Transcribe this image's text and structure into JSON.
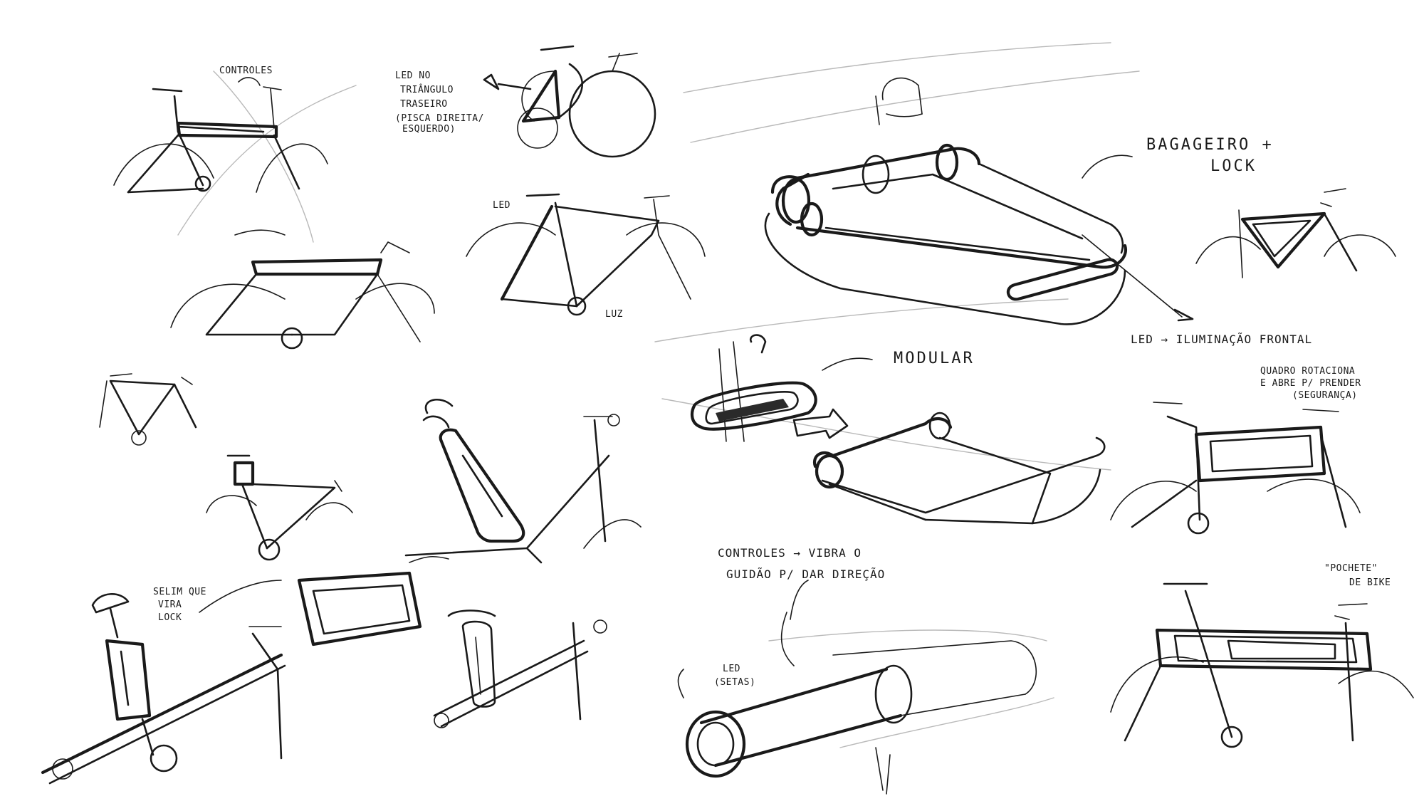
{
  "annotations": {
    "controles_top": "CONTROLES",
    "led_rear": [
      "LED NO",
      "TRIÂNGULO",
      "TRASEIRO",
      "(PISCA DIREITA/",
      "ESQUERDO)"
    ],
    "led_mid": "LED",
    "luz": "LUZ",
    "bagageiro": [
      "BAGAGEIRO +",
      "LOCK"
    ],
    "led_frontal": "LED → ILUMINAÇÃO FRONTAL",
    "modular": "MODULAR",
    "quadro": [
      "QUADRO ROTACIONA",
      "E ABRE P/ PRENDER",
      "(SEGURANÇA)"
    ],
    "selim": [
      "SELIM QUE",
      "VIRA",
      "LOCK"
    ],
    "controles_vibra": [
      "CONTROLES → VIBRA O",
      "GUIDÃO P/ DAR DIREÇÃO"
    ],
    "led_setas": [
      "LED",
      "(SETAS)"
    ],
    "pochete": [
      "\"POCHETE\"",
      "DE BIKE"
    ]
  }
}
